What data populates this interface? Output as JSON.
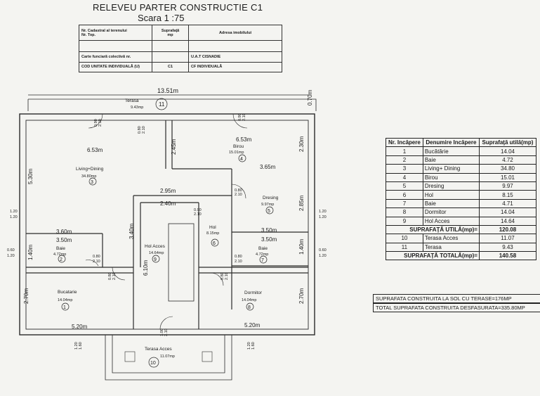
{
  "header": {
    "title": "RELEVEU PARTER CONSTRUCTIE C1",
    "scale": "Scara   1 :75"
  },
  "cadastral": {
    "h1": "Nr. Cadastral al terenului",
    "h1b": "Nr. Top.",
    "h2": "Suprafaţă",
    "h2b": "mp",
    "h3": "Adresa imobilului",
    "carte": "Carte funciară colectivă nr.",
    "uat": "U.A.T    CISNADIE",
    "cod": "COD UNITATE INDIVIDUALĂ (U)",
    "cod_val": "C1",
    "cf": "CF INDIVIDUALĂ"
  },
  "room_table": {
    "headers": [
      "Nr. Incăpere",
      "Denumire Incăpere",
      "Suprafaţă utilă(mp)"
    ],
    "rows": [
      [
        "1",
        "Bucătărie",
        "14.04"
      ],
      [
        "2",
        "Baie",
        "4.72"
      ],
      [
        "3",
        "Living+ Dining",
        "34.80"
      ],
      [
        "4",
        "Birou",
        "15.01"
      ],
      [
        "5",
        "Dresing",
        "9.97"
      ],
      [
        "6",
        "Hol",
        "8.15"
      ],
      [
        "7",
        "Baie",
        "4.71"
      ],
      [
        "8",
        "Dormitor",
        "14.04"
      ],
      [
        "9",
        "Hol Acces",
        "14.64"
      ]
    ],
    "util_label": "SUPRAFAŢĂ UTILĂ(mp)=",
    "util_value": "120.08",
    "rows2": [
      [
        "10",
        "Terasa Acces",
        "11.07"
      ],
      [
        "11",
        "Terasa",
        "9.43"
      ]
    ],
    "total_label": "SUPRAFAŢĂ TOTALĂ(mp)=",
    "total_value": "140.58"
  },
  "summary": {
    "line1": "SUPRAFATA CONSTRUITA LA SOL CU TERASE=176MP",
    "line2": "TOTAL SUPRAFATA CONSTRUITA DESFASURATA=335.80MP"
  },
  "plan": {
    "rooms": {
      "terasa": {
        "name": "Terasa",
        "area": "9.43mp",
        "num": "11"
      },
      "living": {
        "name": "Living+Dining",
        "area": "34.80mp",
        "num": "3"
      },
      "birou": {
        "name": "Birou",
        "area": "15.01mp",
        "num": "4"
      },
      "dresing": {
        "name": "Dresing",
        "area": "9.97mp",
        "num": "5"
      },
      "hol": {
        "name": "Hol",
        "area": "8.15mp",
        "num": "6"
      },
      "baie2": {
        "name": "Baie",
        "area": "4.72mp",
        "num": "2"
      },
      "baie7": {
        "name": "Baie",
        "area": "4.72mp",
        "num": "7"
      },
      "holacces": {
        "name": "Hol Acces",
        "area": "14.64mp",
        "num": "9"
      },
      "bucatarie": {
        "name": "Bucatarie",
        "area": "14.04mp",
        "num": "1"
      },
      "dormitor": {
        "name": "Dormitor",
        "area": "14.04mp",
        "num": "8"
      },
      "terasaacces": {
        "name": "Terasa Acces",
        "area": "11.07mp",
        "num": "10"
      }
    },
    "dims": {
      "total_w": "13.51m",
      "terrace_side": "0.70m",
      "living_w": "6.53m",
      "birou_w": "6.53m",
      "living_h": "5.30m",
      "living_inner": "2.45m",
      "birou_h": "2.30m",
      "w365": "3.65m",
      "w295": "2.95m",
      "w240": "2.40m",
      "w360": "3.60m",
      "w350a": "3.50m",
      "w350b": "3.50m",
      "w350c": "3.50m",
      "dres_h": "2.85m",
      "hol_h": "3.40m",
      "baie_h": "1.40m",
      "baie7_h": "1.40m",
      "holacces_h": "6.10m",
      "buc_h": "2.70m",
      "dorm_h": "2.70m",
      "buc_w": "5.20m",
      "dorm_w": "5.20m"
    },
    "openings": {
      "o_090_210": "0.90\n2.10",
      "o_080_210": "0.80\n2.10",
      "o_120_120": "1.20\n1.20",
      "o_060_120": "0.60\n1.20",
      "o_120_160": "1.20\n1.60",
      "o_100_210": "1.00\n2.10"
    }
  }
}
